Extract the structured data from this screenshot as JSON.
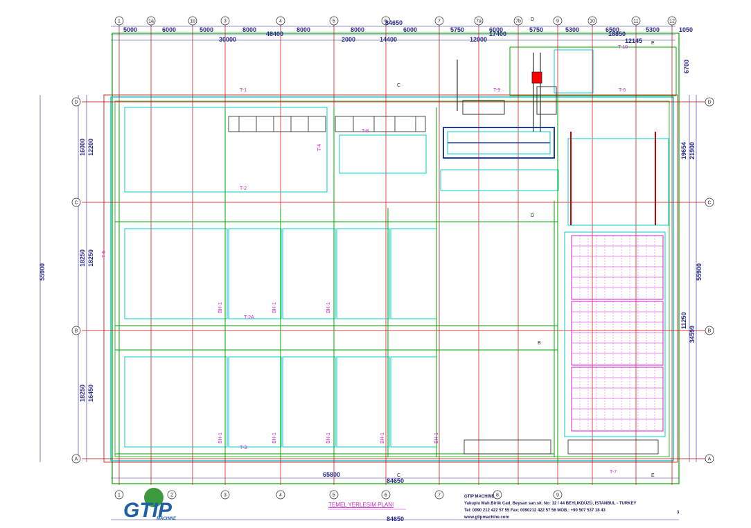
{
  "colors": {
    "grid": "#cc0000",
    "beam": "#00cccc",
    "green": "#00aa00",
    "magenta": "#d020d0",
    "dim": "#2a2a8a",
    "equip_red": "#ff0000",
    "logo_blue": "#1f5fa8",
    "logo_green": "#3c9a3c"
  },
  "grid_columns": [
    "1",
    "1a",
    "1b",
    "3",
    "4",
    "5",
    "6",
    "7",
    "7a",
    "7b",
    "9",
    "10",
    "11",
    "12"
  ],
  "grid_columns_bottom": [
    "1",
    "2",
    "3",
    "4",
    "5",
    "6",
    "7",
    "8",
    "9"
  ],
  "grid_rows": [
    "D",
    "C",
    "B",
    "A"
  ],
  "top_dims_row1": [
    "5000",
    "6000",
    "5000",
    "8000",
    "8000",
    "8000",
    "6000",
    "5750",
    "6000",
    "5750",
    "5300",
    "6500",
    "5300",
    "1050"
  ],
  "top_dims_row2": [
    "30000",
    "2000",
    "14400",
    "12000"
  ],
  "top_overall": [
    "84650",
    "48400",
    "17400",
    "18850",
    "12145",
    "6700"
  ],
  "left_dims": [
    "55900",
    "16000",
    "12200",
    "18250",
    "18250",
    "18250",
    "16450"
  ],
  "right_dims": [
    "55900",
    "19654",
    "21900",
    "11250",
    "34599"
  ],
  "bottom_dims": [
    "65800",
    "84650",
    "84650"
  ],
  "zone_labels": [
    "T-1",
    "T-2",
    "T-2A",
    "T-3",
    "T-4",
    "T-5",
    "T-6",
    "T-7",
    "T-8",
    "T-9",
    "T-10"
  ],
  "beam_labels": [
    "BH-1",
    "BH-1",
    "BH-1",
    "BH-1",
    "BH-1",
    "BH-1",
    "BH-1",
    "BH-1"
  ],
  "section_marks": [
    "C",
    "C",
    "D",
    "D",
    "E",
    "E",
    "B"
  ],
  "drawing_title": "TEMEL  YERLESIM  PLANI",
  "title_block": {
    "company": "GTIP MACHINE",
    "address": "Yakuplu Mah.Birlik Cad. Beysan san.sit. No: 32 / 44 BEYLIKDÜZÜ, ISTANBUL - TURKEY",
    "contact": "Tel: 0090 212 422 57 55 Fax:  0090212 422 57 56  MOB.: +90 507 537 18 43",
    "web": "www.gtipmachine.com",
    "logo_text": "GTIP",
    "logo_sub": "MACHINE",
    "sheet": "3"
  }
}
